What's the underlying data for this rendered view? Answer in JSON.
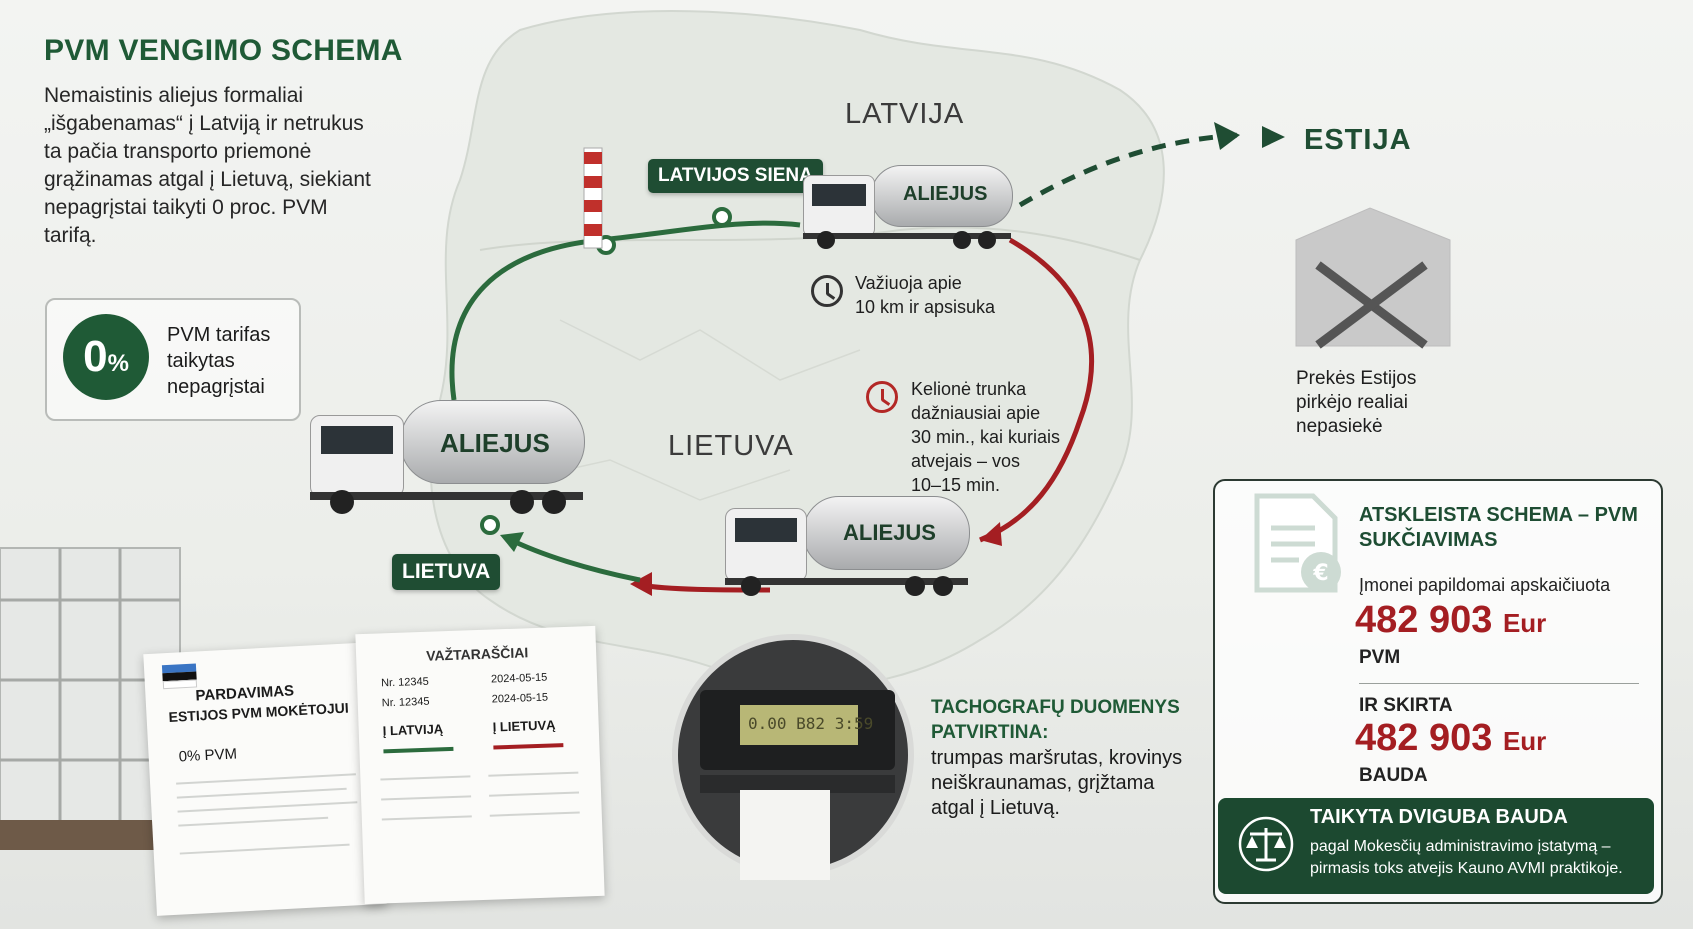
{
  "header": {
    "title": "PVM VENGIMO SCHEMA",
    "intro": "Nemaistinis aliejus formaliai „išgabenamas“ į Latviją ir netrukus ta pačia transporto priemonė grąžinamas atgal į Lietuvą, siekiant nepagrįstai taikyti 0 proc. PVM tarifą."
  },
  "zero_box": {
    "value": "0",
    "unit": "%",
    "text": "PVM tarifas taikytas nepagrįstai"
  },
  "map": {
    "latvija": "LATVIJA",
    "lietuva": "LIETUVA",
    "estija": "ESTIJA",
    "border_label": "LATVIJOS SIENA",
    "origin_label": "LIETUVA",
    "truck_label": "ALIEJUS",
    "note1": [
      "Važiuoja apie",
      "10 km ir apsisuka"
    ],
    "note2": [
      "Kelionė trunka",
      "dažniausiai apie",
      "30 min., kai kuriais",
      "atvejais – vos",
      "10–15 min."
    ],
    "estonia_note": [
      "Prekės Estijos",
      "pirkėjo realiai",
      "nepasiekė"
    ]
  },
  "documents": {
    "sale_title_1": "PARDAVIMAS",
    "sale_title_2": "ESTIJOS PVM MOKĖTOJUI",
    "sale_vat": "0% PVM",
    "waybill_title": "VAŽTARAŠČIAI",
    "waybill_no_1": "Nr. 12345",
    "waybill_no_2": "Nr. 12345",
    "date_1": "2024-05-15",
    "date_2": "2024-05-15",
    "to_latvia": "Į LATVIJĄ",
    "to_lithuania": "Į LIETUVĄ"
  },
  "tacho": {
    "title": "TACHOGRAFŲ DUOMENYS PATVIRTINA:",
    "text": "trumpas maršrutas, krovinys neiškraunamas, grįžtama atgal į Lietuvą.",
    "display": "0.00  B82  3:59"
  },
  "panel": {
    "title": "ATSKLEISTA SCHEMA – PVM SUKČIAVIMAS",
    "subtitle": "Įmonei papildomai apskaičiuota",
    "amount1": "482 903",
    "currency1": "Eur",
    "label1": "PVM",
    "label2_top": "IR SKIRTA",
    "amount2": "482 903",
    "currency2": "Eur",
    "label2": "BAUDA",
    "banner_title": "TAIKYTA DVIGUBA BAUDA",
    "banner_text": "pagal Mokesčių administravimo įstatymą – pirmasis toks atvejis Kauno AVMI praktikoje."
  },
  "colors": {
    "green": "#1f5a36",
    "red": "#a41e22",
    "dark_green": "#1c4930"
  }
}
